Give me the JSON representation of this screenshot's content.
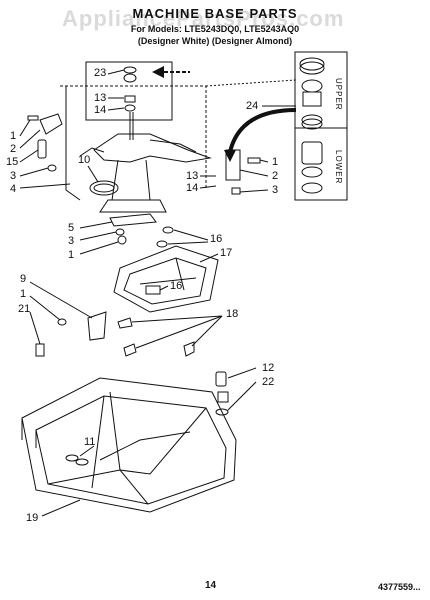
{
  "header": {
    "title": "MACHINE BASE PARTS",
    "subtitle": "For Models: LTE5243DQ0, LTE5243AQ0",
    "subtitle_variants": "(Designer White) (Designer Almond)",
    "watermark": "AppliancePartsPros.com"
  },
  "inset": {
    "upper_label": "UPPER",
    "lower_label": "LOWER"
  },
  "callouts": {
    "c23": "23",
    "c13a": "13",
    "c14a": "14",
    "c24": "24",
    "c1a": "1",
    "c2a": "2",
    "c15": "15",
    "c3a": "3",
    "c4": "4",
    "c10": "10",
    "c1r": "1",
    "c2r": "2",
    "c13b": "13",
    "c14b": "14",
    "c3r": "3",
    "c5": "5",
    "c3b": "3",
    "c1b": "1",
    "c16a": "16",
    "c17": "17",
    "c16b": "16",
    "c9": "9",
    "c1c": "1",
    "c21": "21",
    "c18": "18",
    "c12": "12",
    "c22": "22",
    "c11": "11",
    "c19": "19"
  },
  "footer": {
    "page_number": "14",
    "part_number": "4377559..."
  }
}
